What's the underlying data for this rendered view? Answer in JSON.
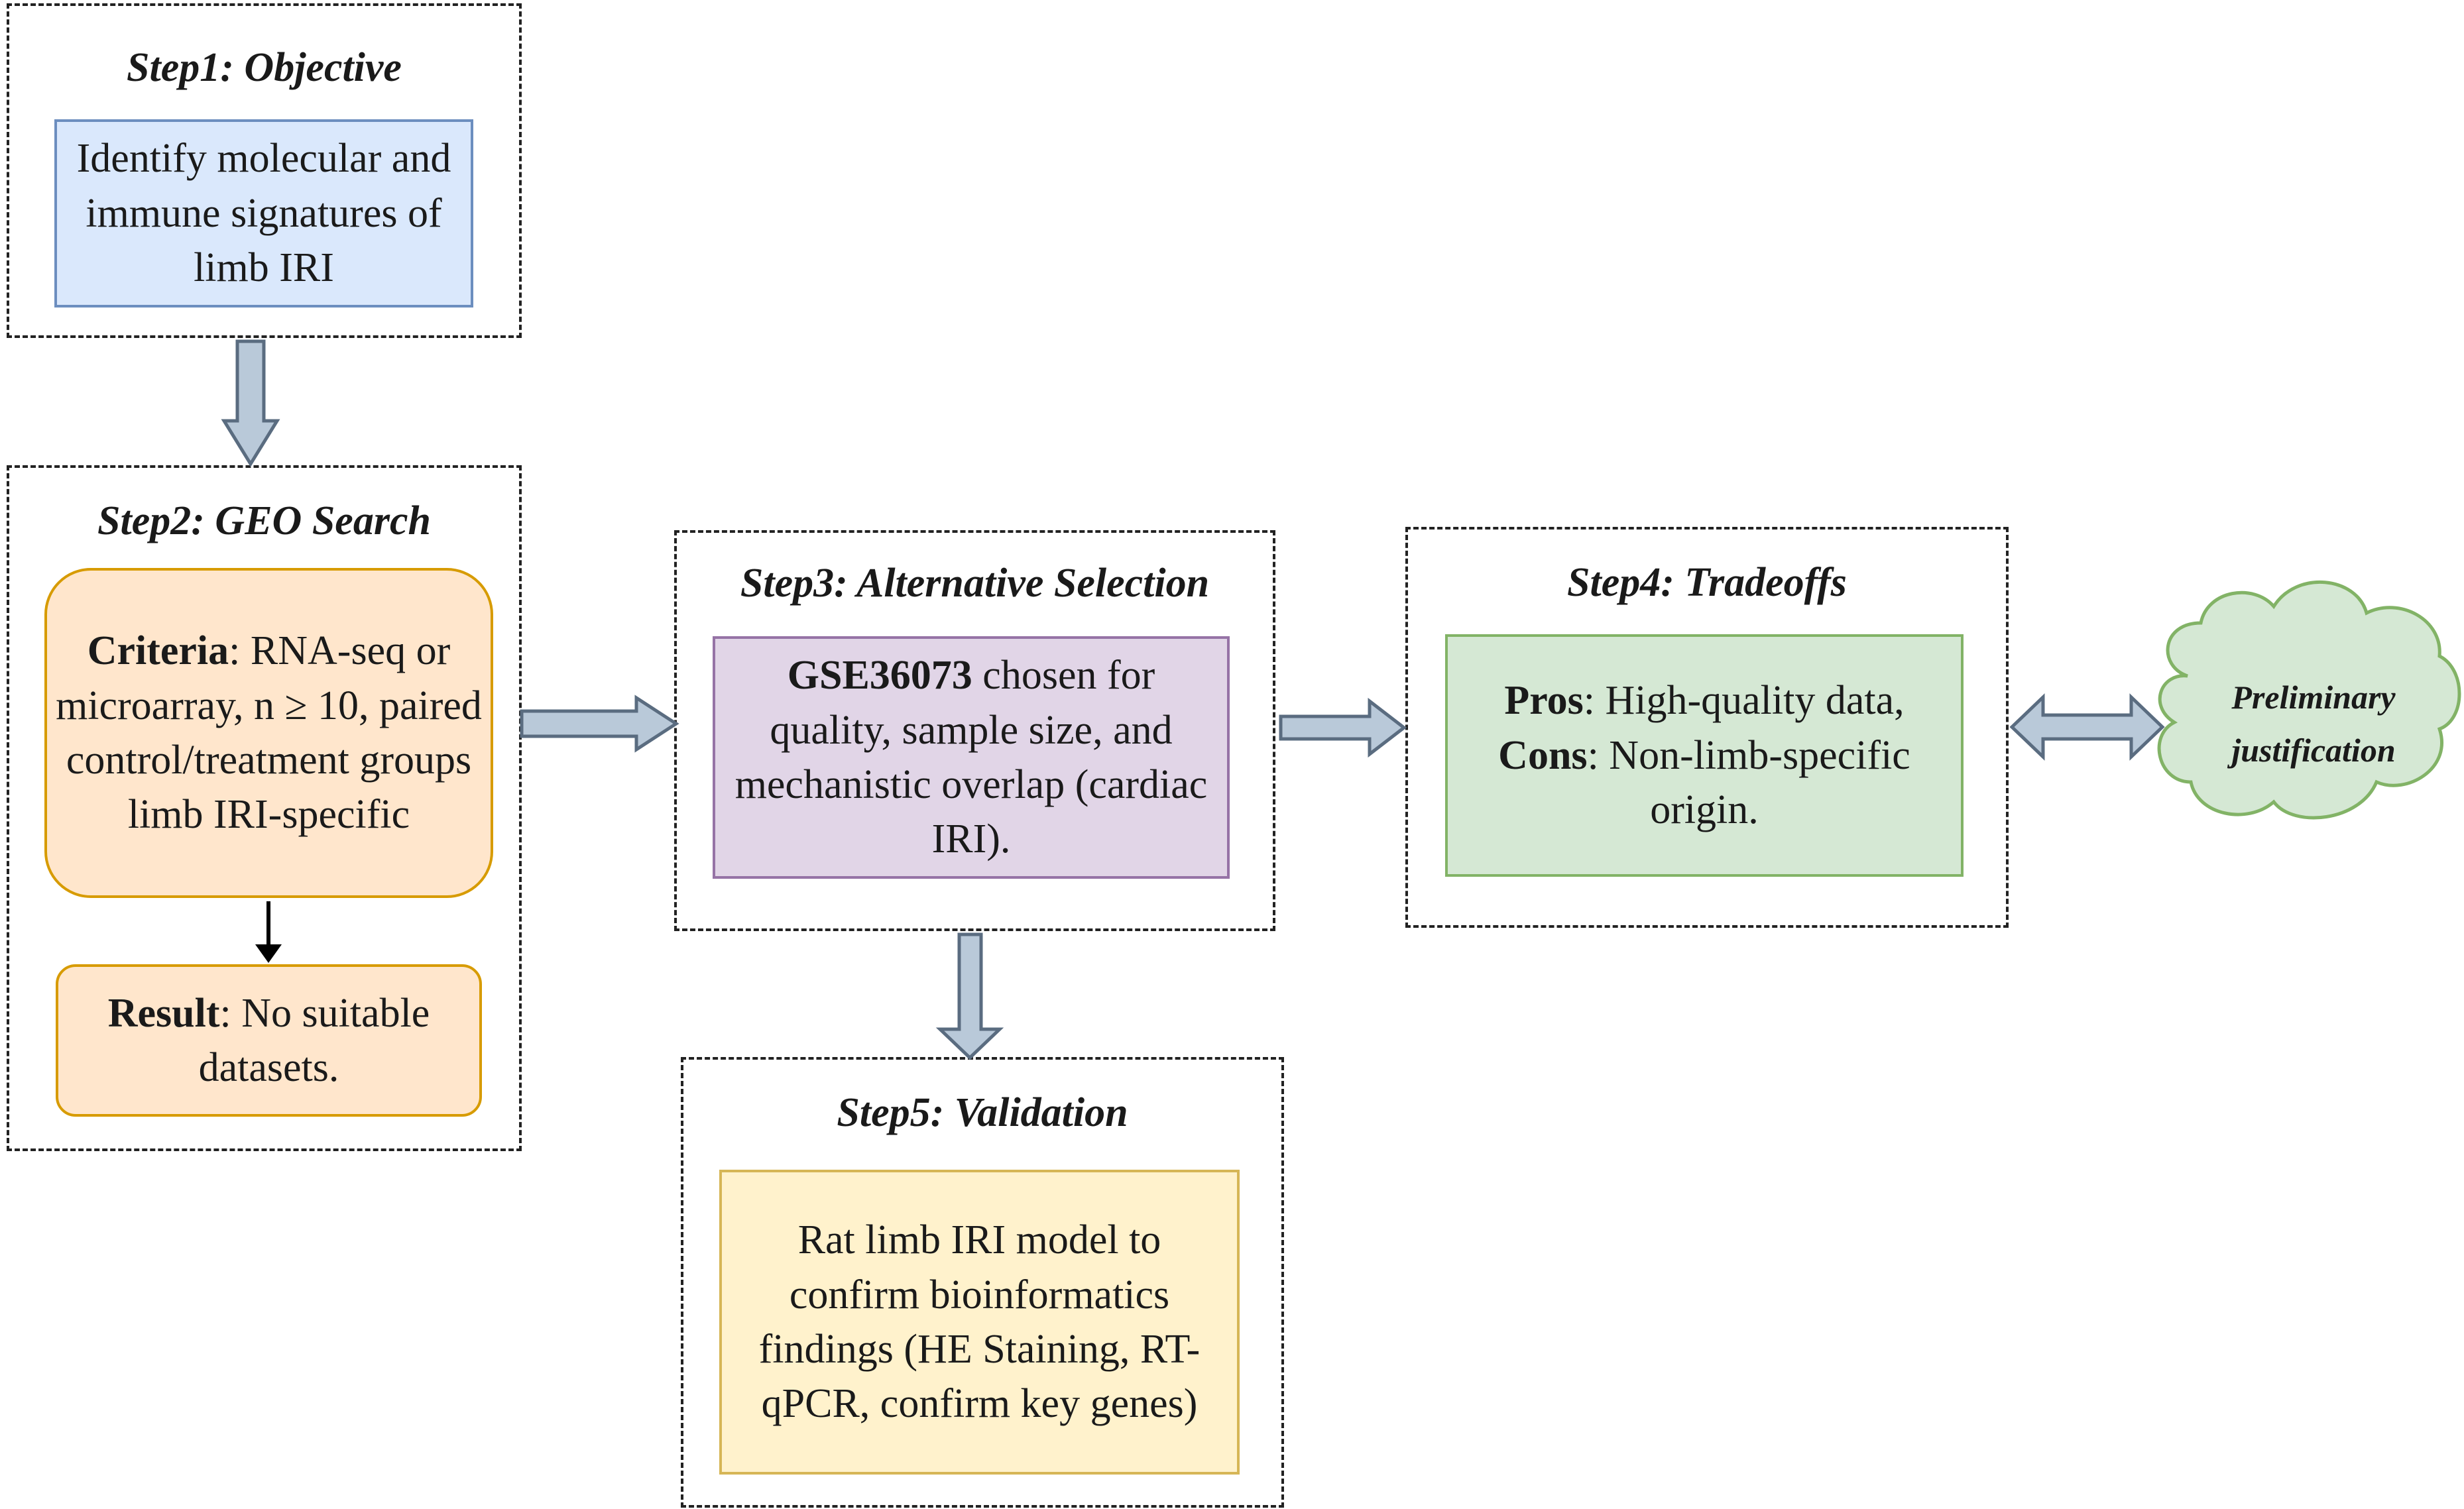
{
  "step1": {
    "title": "Step1: Objective",
    "text": "Identify molecular and immune signatures of limb IRI"
  },
  "step2": {
    "title": "Step2: GEO Search",
    "criteria_label": "Criteria",
    "criteria_text": ": RNA-seq or microarray, n ≥ 10, paired control/treatment groups limb IRI-specific",
    "result_label": "Result",
    "result_text": ": No suitable datasets."
  },
  "step3": {
    "title": "Step3: Alternative Selection",
    "dataset_label": "GSE36073",
    "dataset_text": " chosen for quality, sample size, and mechanistic overlap (cardiac IRI)."
  },
  "step4": {
    "title": "Step4: Tradeoffs",
    "pros_label": "Pros",
    "pros_text": ": High-quality data,",
    "cons_label": "Cons",
    "cons_text": ": Non-limb-specific origin."
  },
  "step5": {
    "title": "Step5: Validation",
    "text": "Rat limb IRI model to confirm bioinformatics findings (HE Staining, RT-qPCR, confirm key genes)"
  },
  "cloud": {
    "line1": "Preliminary",
    "line2": "justification"
  },
  "colors": {
    "objective_fill": "#dae8fc",
    "objective_border": "#6c8ebf",
    "search_fill": "#ffe6cc",
    "search_border": "#d79b00",
    "selection_fill": "#e1d5e7",
    "selection_border": "#9673a6",
    "tradeoff_fill": "#d5e8d4",
    "tradeoff_border": "#82b366",
    "validation_fill": "#fff2cc",
    "validation_border": "#d6b656",
    "arrow_fill": "#b9c9d9",
    "arrow_border": "#5a6c80"
  }
}
